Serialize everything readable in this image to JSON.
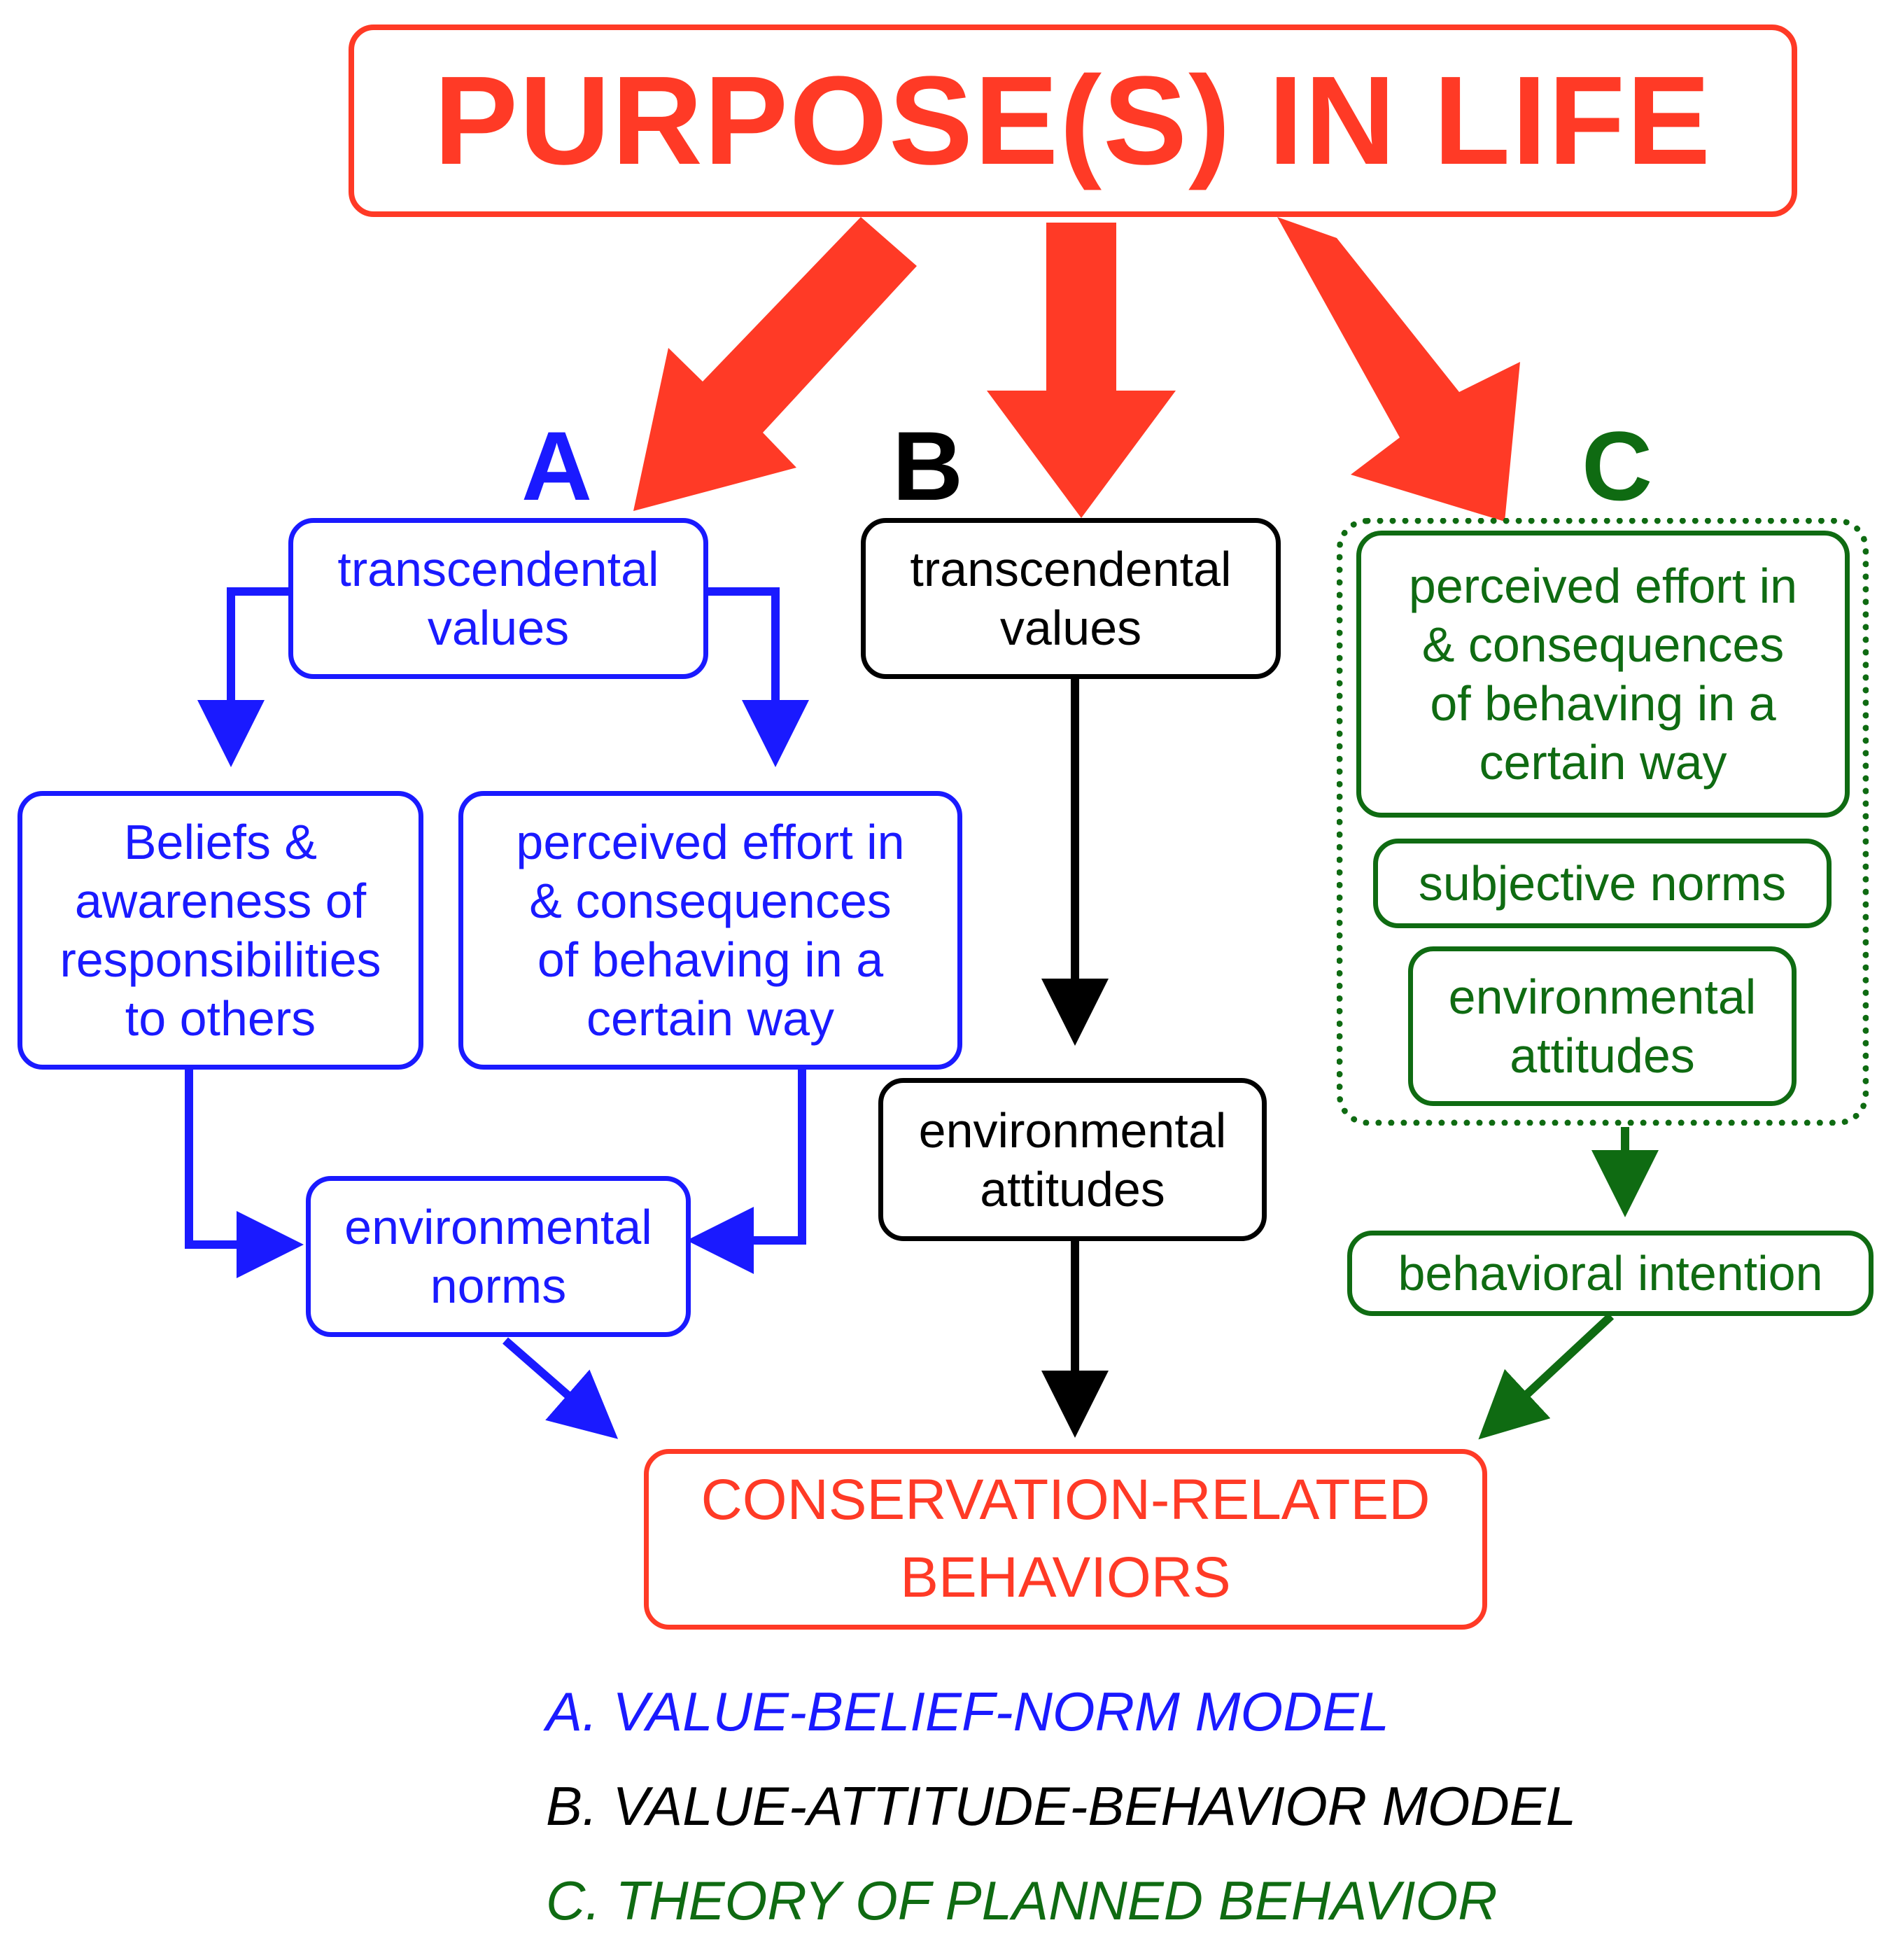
{
  "title": "PURPOSE(S) IN LIFE",
  "section_labels": {
    "a": "A",
    "b": "B",
    "c": "C"
  },
  "model_a": {
    "transcendental_values": "transcendental\nvalues",
    "beliefs": "Beliefs &\nawareness of\nresponsibilities\nto others",
    "perceived_effort": "perceived effort in\n& consequences\nof behaving in a\ncertain way",
    "environmental_norms": "environmental\nnorms"
  },
  "model_b": {
    "transcendental_values": "transcendental\nvalues",
    "environmental_attitudes": "environmental\nattitudes"
  },
  "model_c": {
    "perceived_effort": "perceived effort in\n& consequences\nof behaving in a\ncertain way",
    "subjective_norms": "subjective norms",
    "environmental_attitudes": "environmental\nattitudes",
    "behavioral_intention": "behavioral intention"
  },
  "outcome": "CONSERVATION-RELATED\nBEHAVIORS",
  "legend": {
    "a": "A. VALUE-BELIEF-NORM MODEL",
    "b": "B. VALUE-ATTITUDE-BEHAVIOR MODEL",
    "c": "C. THEORY OF PLANNED BEHAVIOR"
  },
  "colors": {
    "red": "#ff3a26",
    "blue": "#1a1aff",
    "black": "#000000",
    "green": "#0f6b12"
  }
}
